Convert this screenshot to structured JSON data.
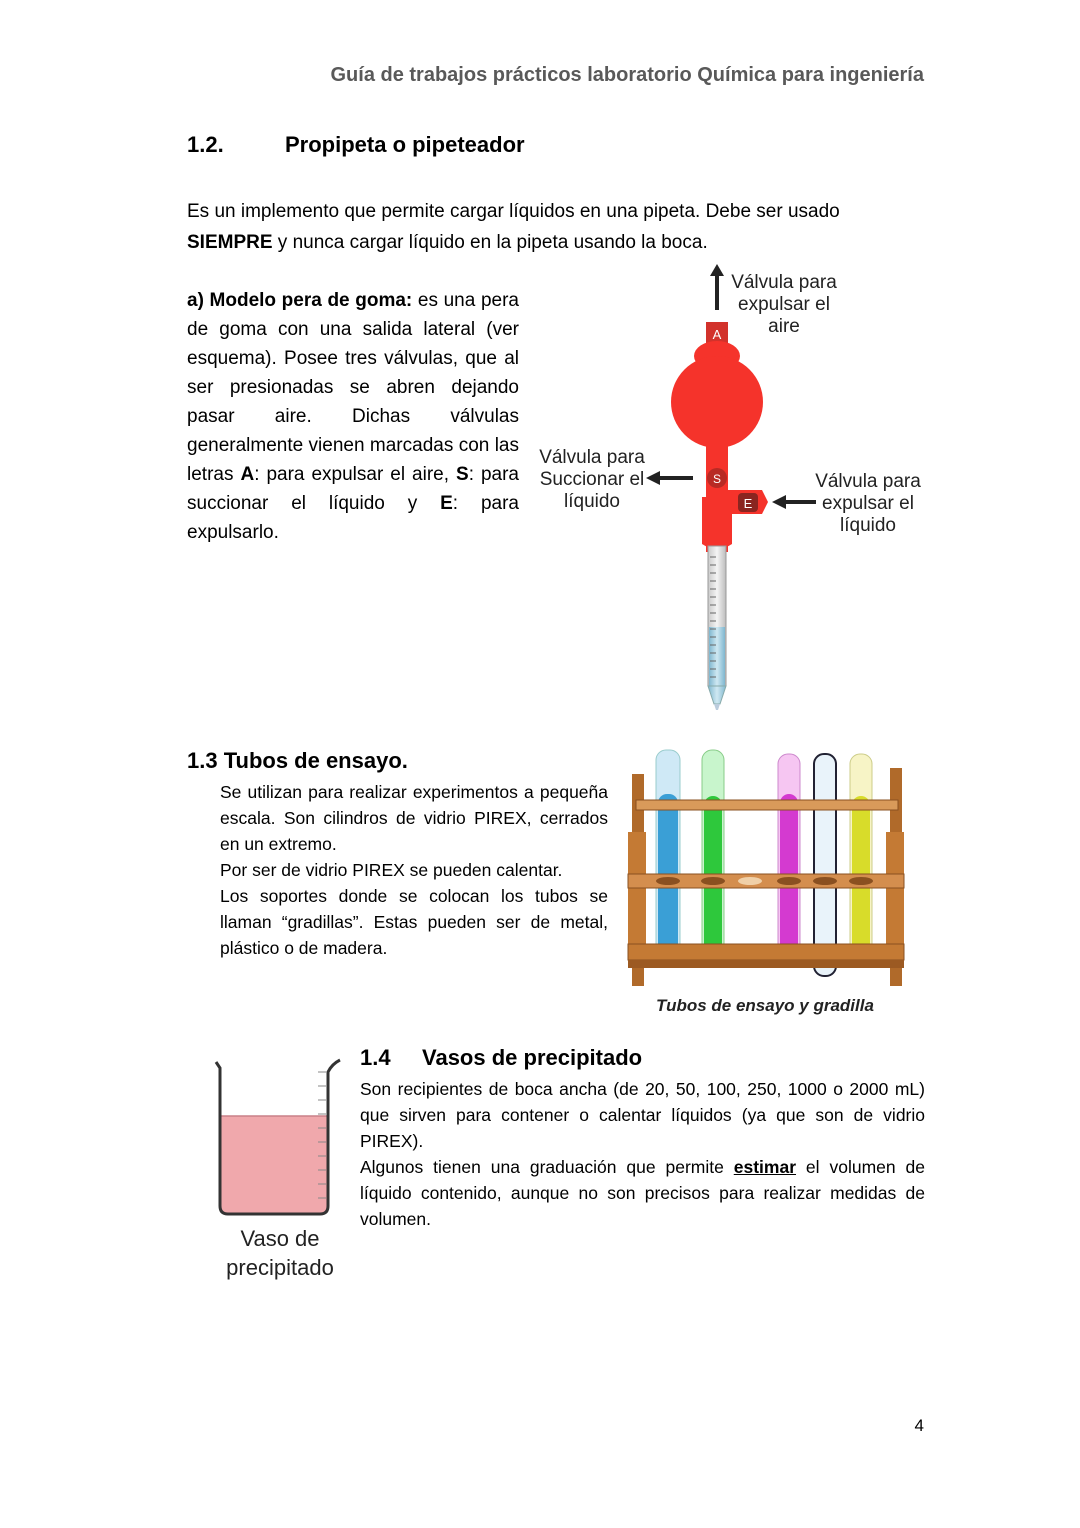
{
  "header": {
    "title": "Guía de trabajos prácticos laboratorio Química para ingeniería"
  },
  "section_1_2": {
    "number": "1.2.",
    "title": "Propipeta o pipeteador",
    "intro_part1": " Es un implemento que permite cargar líquidos en una pipeta. Debe ser usado",
    "intro_bold": "SIEMPRE",
    "intro_part2": " y nunca cargar líquido en la pipeta usando la boca.",
    "model_bold": "a) Modelo pera de goma:",
    "model_text1": " es una pera de goma con una salida lateral (ver esquema). Posee tres válvulas, que al ser presionadas se abren dejando pasar aire. Dichas válvulas generalmente vienen marcadas con las letras ",
    "letter_a": "A",
    "model_text2": ": para expulsar el aire, ",
    "letter_s": "S",
    "model_text3": ": para succionar el líquido y ",
    "letter_e": "E",
    "model_text4": ": para expulsarlo.",
    "diagram": {
      "label_top": [
        "Válvula para",
        "expulsar el",
        "aire"
      ],
      "label_left": [
        "Válvula para",
        "Succionar el",
        "líquido"
      ],
      "label_right": [
        "Válvula para",
        "expulsar el",
        "líquido"
      ],
      "valve_a": "A",
      "valve_s": "S",
      "valve_e": "E",
      "bulb_color": "#f5332b"
    }
  },
  "section_1_3": {
    "title": "1.3 Tubos de ensayo.",
    "text1": "Se utilizan para realizar experimentos a pequeña escala. Son cilindros de vidrio PIREX, cerrados en un extremo.",
    "text2": "Por ser de vidrio PIREX se pueden calentar.",
    "text3": "Los soportes donde se colocan los tubos se llaman “gradillas”. Estas pueden ser de metal, plástico o de madera.",
    "caption": "Tubos de ensayo y gradilla"
  },
  "section_1_4": {
    "number": "1.4",
    "title": "Vasos de precipitado",
    "text1": "Son recipientes de boca ancha (de 20, 50, 100, 250, 1000 o 2000 mL) que sirven para contener o calentar líquidos (ya que son de vidrio PIREX).",
    "text2_part1": "Algunos tienen una graduación que permite ",
    "text2_underlined": "estimar",
    "text2_part2": " el volumen de líquido contenido, aunque no son precisos para realizar medidas de volumen.",
    "beaker_label_line1": "Vaso de",
    "beaker_label_line2": "precipitado",
    "liquid_color": "#f0a8ac"
  },
  "page_number": "4"
}
